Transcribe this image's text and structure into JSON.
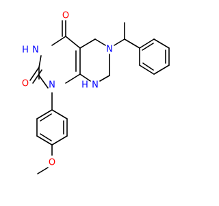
{
  "atoms": {
    "o_top": "O",
    "nh_top": "H",
    "nh_top_n": "N",
    "o_left": "O",
    "n_ring": "N",
    "n_right": "N",
    "nh_bottom_n": "N",
    "nh_bottom_h": "H",
    "o_methoxy": "O"
  },
  "colors": {
    "nitrogen": "#0000ff",
    "oxygen": "#ff0000",
    "carbon": "#000000",
    "background": "#ffffff"
  }
}
